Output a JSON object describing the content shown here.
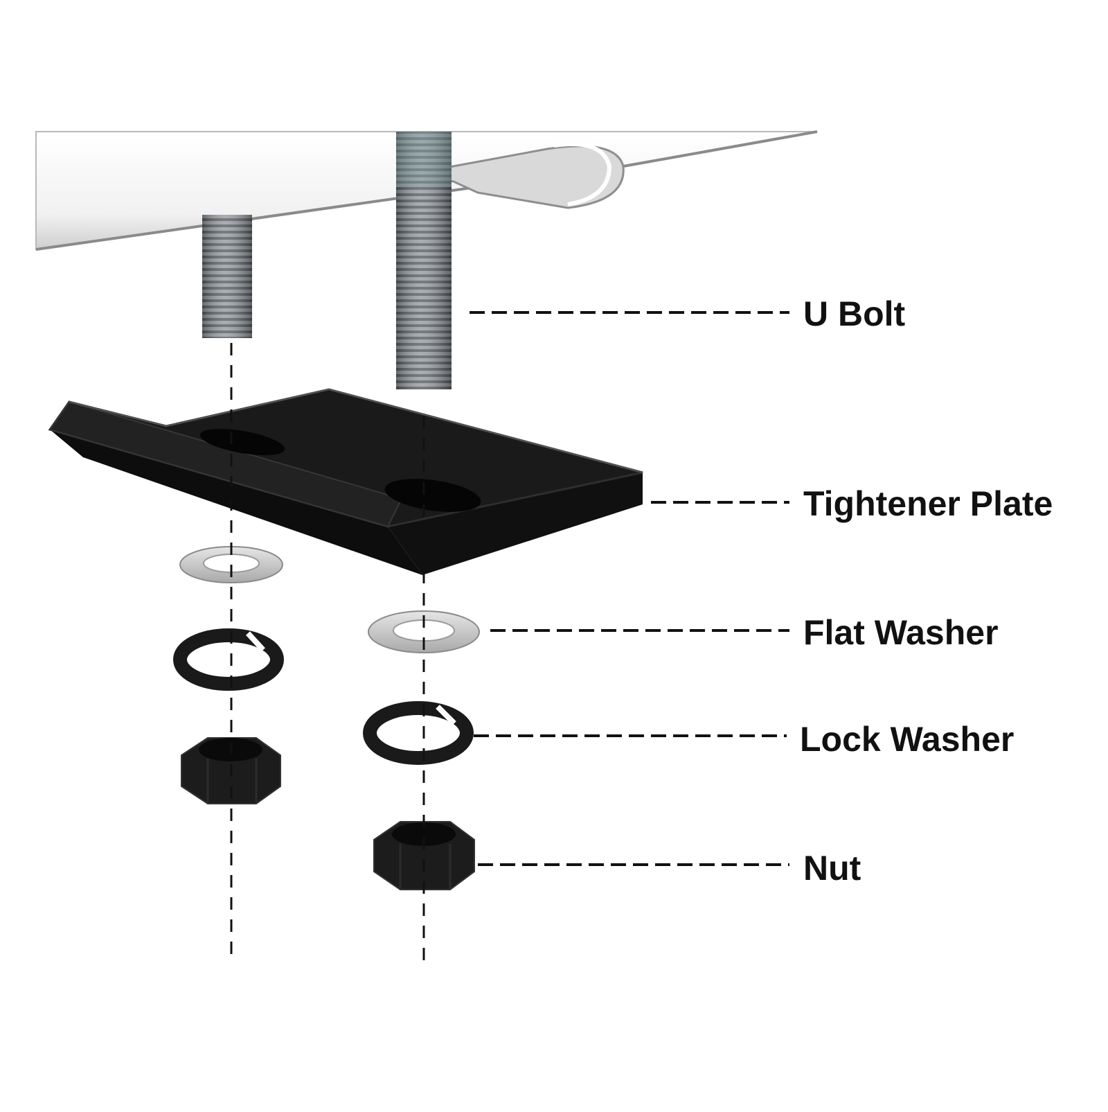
{
  "diagram": {
    "labels": {
      "u_bolt": "U Bolt",
      "tightener_plate": "Tightener Plate",
      "flat_washer": "Flat Washer",
      "lock_washer": "Lock Washer",
      "nut": "Nut"
    },
    "colors": {
      "background": "#ffffff",
      "rail": "#f3f3f3",
      "rail_edge": "#9a9a9a",
      "bolt_thread": "#8c9196",
      "bolt_thread_dark": "#5f6469",
      "plate": "#151515",
      "plate_edge": "#2a2a2a",
      "flat_washer": "#c9c9c9",
      "lock_washer": "#1a1a1a",
      "nut": "#1c1c1c",
      "leader_line": "#111111",
      "label_text": "#111111"
    },
    "icons": {
      "u_bolt": "u-bolt-icon",
      "tightener_plate": "tightener-plate-icon",
      "flat_washer": "flat-washer-icon",
      "lock_washer": "lock-washer-icon",
      "nut": "hex-nut-icon"
    }
  }
}
